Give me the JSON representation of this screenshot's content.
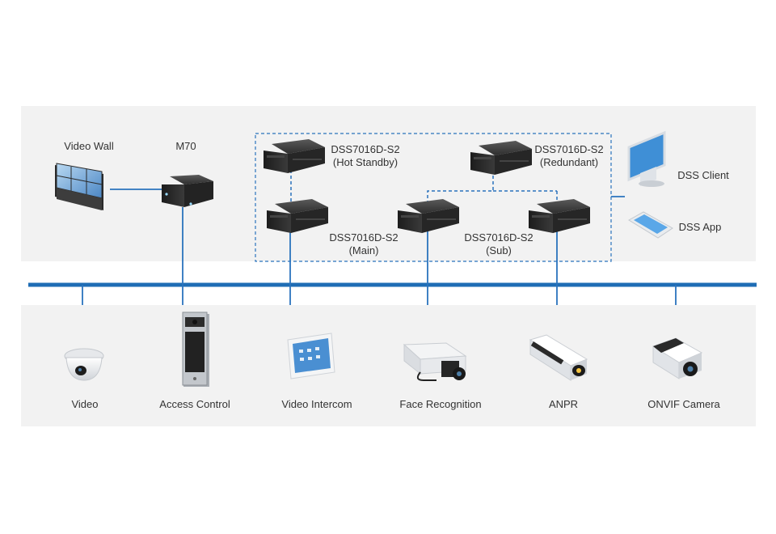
{
  "colors": {
    "bus": "#1f6db5",
    "connector": "#2a73bd",
    "dashed_group": "#2a73bd",
    "panel": "#f2f2f2",
    "device_dark": "#2b2b2b",
    "screen_blue": "#5aa7e8"
  },
  "top": {
    "video_wall": "Video Wall",
    "m70": "M70",
    "hot_standby": {
      "line1": "DSS7016D-S2",
      "line2": "(Hot Standby)"
    },
    "redundant": {
      "line1": "DSS7016D-S2",
      "line2": "(Redundant)"
    },
    "main": {
      "line1": "DSS7016D-S2",
      "line2": "(Main)"
    },
    "sub": {
      "line1": "DSS7016D-S2",
      "line2": "(Sub)"
    },
    "dss_client": "DSS Client",
    "dss_app": "DSS App"
  },
  "bottom": {
    "video": "Video",
    "access_control": "Access Control",
    "video_intercom": "Video Intercom",
    "face_recognition": "Face Recognition",
    "anpr": "ANPR",
    "onvif_camera": "ONVIF Camera"
  },
  "icons": [
    "video-wall-icon",
    "server-icon",
    "monitor-icon",
    "smartphone-icon",
    "dome-camera-icon",
    "door-station-icon",
    "indoor-monitor-icon",
    "box-camera-icon",
    "anpr-camera-icon",
    "bullet-camera-icon"
  ]
}
